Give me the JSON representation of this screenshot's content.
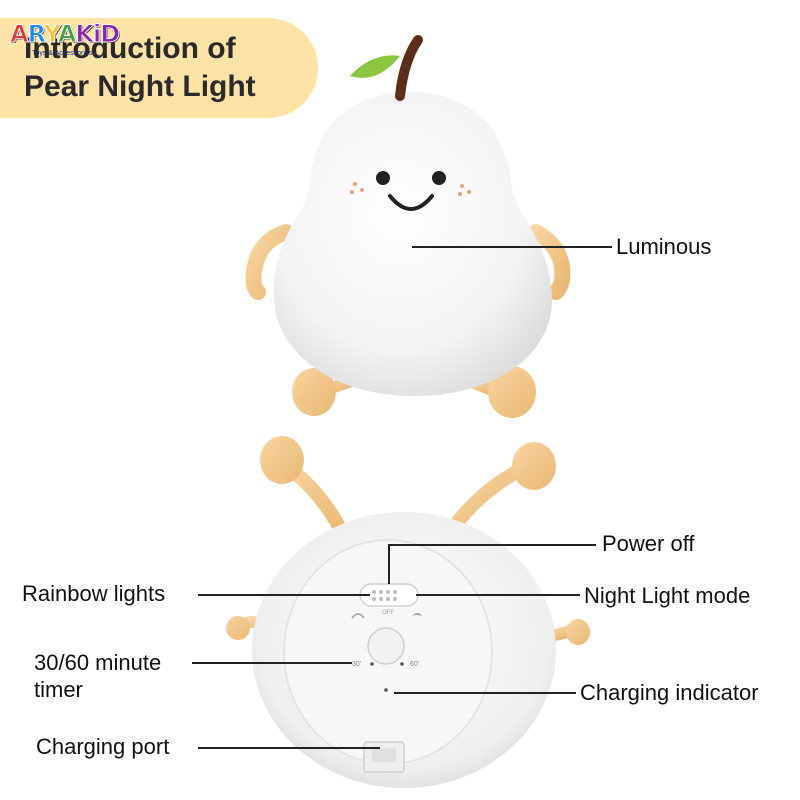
{
  "logo": {
    "word": [
      "A",
      "R",
      "Y",
      "A",
      "KiD"
    ],
    "tagline": "Toys & Accessories"
  },
  "title": {
    "line1": "Introduction of",
    "line2": "Pear Night Light"
  },
  "labels": {
    "luminous": "Luminous",
    "power_off": "Power off",
    "rainbow_lights": "Rainbow lights",
    "night_light_mode": "Night Light mode",
    "timer_line1": "30/60 minute",
    "timer_line2": "timer",
    "charging_indicator": "Charging indicator",
    "charging_port": "Charging port"
  },
  "device_markings": {
    "switch_off": "OFF",
    "timer_30": "30'",
    "timer_60": "60'"
  },
  "colors": {
    "banner": "#fbe3a6",
    "limb": "#f3c98a",
    "leaf": "#8cc63f",
    "stem": "#5a2e1a",
    "body": "#f4f4f4"
  },
  "icons": {
    "rainbow": "rainbow-icon",
    "moon": "moon-icon"
  }
}
